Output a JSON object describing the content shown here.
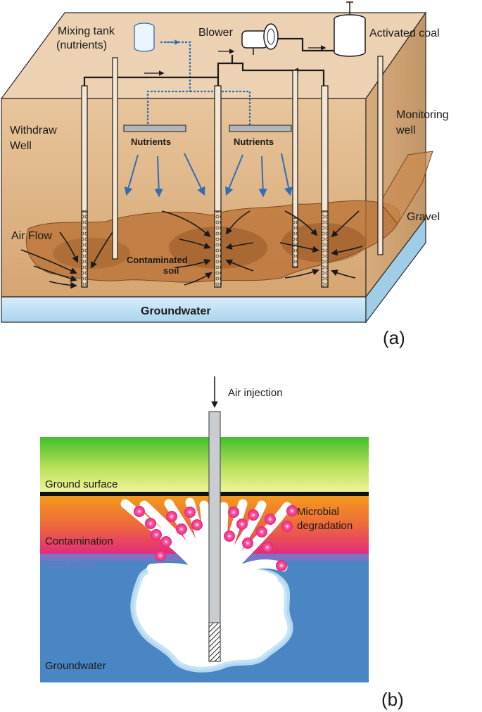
{
  "panel_a": {
    "tag": "(a)",
    "labels": {
      "mixing_tank_line1": "Mixing tank",
      "mixing_tank_line2": "(nutrients)",
      "blower": "Blower",
      "activated_coal": "Activated coal",
      "monitoring_well_line1": "Monitoring",
      "monitoring_well_line2": "well",
      "withdraw_well_line1": "Withdraw",
      "withdraw_well_line2": "Well",
      "nutrients_left": "Nutrients",
      "nutrients_right": "Nutrients",
      "gravel": "Gravel",
      "air_flow": "Air Flow",
      "contaminated_soil_line1": "Contaminated",
      "contaminated_soil_line2": "soil",
      "groundwater": "Groundwater"
    },
    "colors": {
      "soil_top": "#e4c39b",
      "soil_front": "#dcae7e",
      "soil_side": "#c79a6b",
      "contamination": "#b06a2e",
      "groundwater": "#bfe0f2",
      "nutrient_pipe": "#3b7fb8"
    }
  },
  "panel_b": {
    "tag": "(b)",
    "labels": {
      "air_injection": "Air injection",
      "ground_surface": "Ground surface",
      "microbial_line1": "Microbial",
      "microbial_line2": "degradation",
      "contamination": "Contamination",
      "water_table": "Water table",
      "groundwater": "Groundwater"
    },
    "colors": {
      "surface_green": "#4cc12d",
      "surface_yellow": "#eaf28c",
      "contamination_orange": "#f0921e",
      "contamination_pink": "#e8327a",
      "groundwater_blue": "#4a86c3",
      "microbe": "#e8327a"
    }
  }
}
